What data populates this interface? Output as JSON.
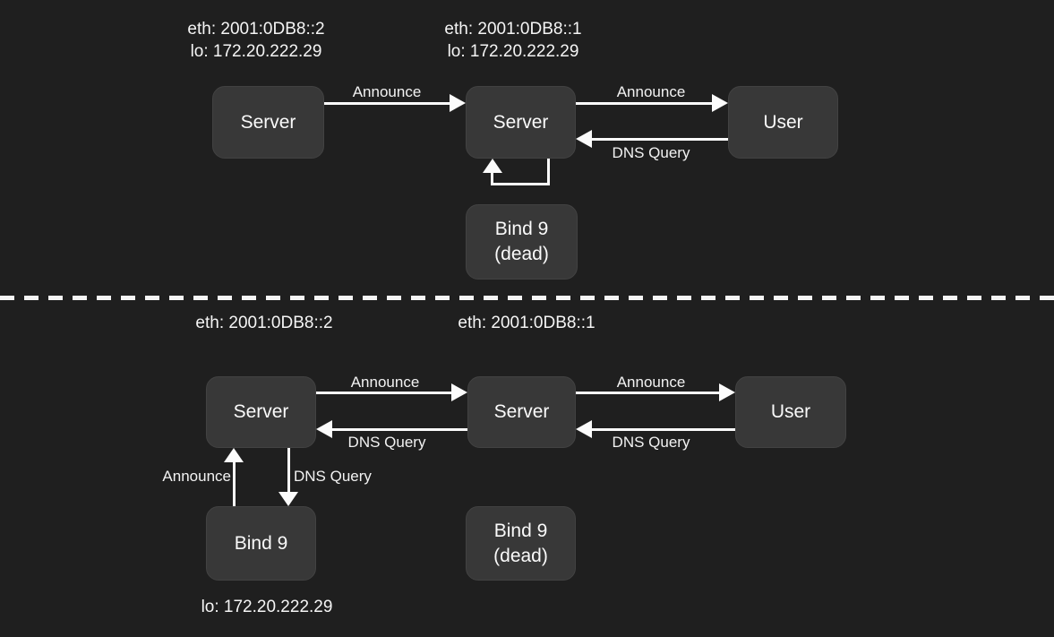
{
  "colors": {
    "background": "#1f1f1f",
    "node_fill": "#383838",
    "line": "#fbfbfb",
    "text": "#f5f5f5"
  },
  "top_diagram": {
    "address_labels": {
      "server_left": {
        "eth": "eth: 2001:0DB8::2",
        "lo": "lo: 172.20.222.29"
      },
      "server_mid": {
        "eth": "eth: 2001:0DB8::1",
        "lo": "lo: 172.20.222.29"
      }
    },
    "nodes": {
      "server_left": "Server",
      "server_mid": "Server",
      "user": "User",
      "bind9_dead_line1": "Bind 9",
      "bind9_dead_line2": "(dead)"
    },
    "edge_labels": {
      "announce_left": "Announce",
      "announce_right": "Announce",
      "dns_query_right": "DNS Query"
    }
  },
  "bottom_diagram": {
    "address_labels": {
      "server_left_eth": "eth: 2001:0DB8::2",
      "server_mid_eth": "eth: 2001:0DB8::1",
      "bind9_lo": "lo: 172.20.222.29"
    },
    "nodes": {
      "server_left": "Server",
      "server_mid": "Server",
      "user": "User",
      "bind9": "Bind 9",
      "bind9_dead_line1": "Bind 9",
      "bind9_dead_line2": "(dead)"
    },
    "edge_labels": {
      "announce_left": "Announce",
      "dns_query_left": "DNS Query",
      "announce_right": "Announce",
      "dns_query_right": "DNS Query",
      "announce_vertical": "Announce",
      "dns_query_vertical": "DNS Query"
    }
  }
}
